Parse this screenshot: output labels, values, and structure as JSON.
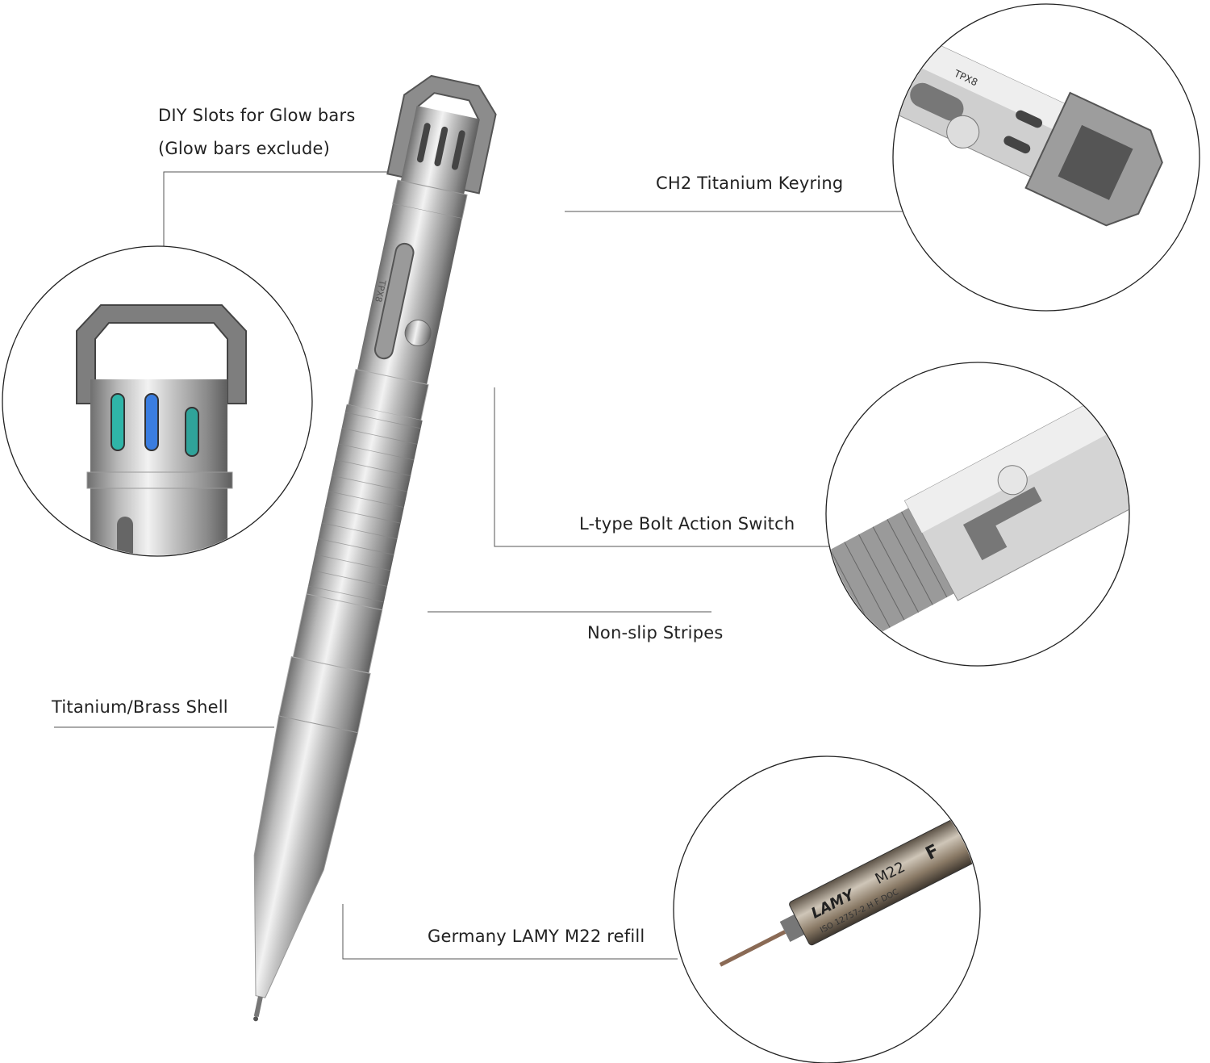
{
  "callouts": {
    "glow_slots_line1": "DIY Slots for Glow bars",
    "glow_slots_line2": "(Glow bars exclude)",
    "keyring": "CH2 Titanium Keyring",
    "bolt_switch": "L-type Bolt Action Switch",
    "stripes": "Non-slip Stripes",
    "shell": "Titanium/Brass Shell",
    "refill": "Germany LAMY M22 refill"
  },
  "engravings": {
    "model": "TPX8",
    "refill_brand": "LAMY",
    "refill_model": "M22",
    "refill_size": "F",
    "refill_spec": "ISO 12757-2 H F DOC"
  },
  "colors": {
    "metal_light": "#e4e4e4",
    "metal_dark": "#7d7d7d",
    "glow_teal": "#2fb5a8",
    "glow_blue": "#3a7de0",
    "refill_bronze": "#8a7a66"
  }
}
